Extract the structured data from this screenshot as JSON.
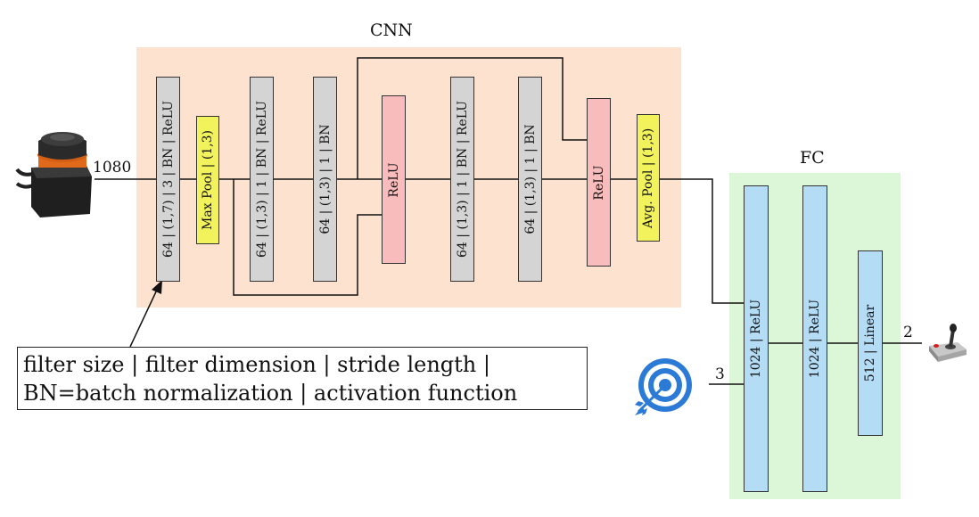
{
  "cnn": {
    "title": "CNN",
    "input_size": "1080",
    "layers": [
      {
        "label": "64 | (1,7) | 3 | BN | ReLU",
        "kind": "conv"
      },
      {
        "label": "Max Pool | (1,3)",
        "kind": "pool"
      },
      {
        "label": "64 | (1,3) | 1 | BN | ReLU",
        "kind": "conv"
      },
      {
        "label": "64 | (1,3) | 1 | BN",
        "kind": "conv"
      },
      {
        "label": "ReLU",
        "kind": "activation"
      },
      {
        "label": "64 | (1,3) | 1 | BN | ReLU",
        "kind": "conv"
      },
      {
        "label": "64 | (1,3) | 1 | BN",
        "kind": "conv"
      },
      {
        "label": "ReLU",
        "kind": "activation"
      },
      {
        "label": "Avg. Pool | (1,3)",
        "kind": "pool"
      }
    ]
  },
  "fc": {
    "title": "FC",
    "goal_input_size": "3",
    "output_size": "2",
    "layers": [
      {
        "label": "1024 | ReLU"
      },
      {
        "label": "1024 | ReLU"
      },
      {
        "label": "512 | Linear"
      }
    ]
  },
  "legend": {
    "line1": "filter size | filter dimension | stride length |",
    "line2": "BN=batch normalization | activation function"
  },
  "icons": {
    "input_device": "lidar-sensor-icon",
    "goal": "target-icon",
    "output_device": "joystick-icon"
  },
  "colors": {
    "cnn_background": "#fde3cf",
    "fc_background": "#dcf7d8",
    "conv_block": "#d4d4d4",
    "pool_block": "#f2f25c",
    "activation_block": "#f8bcbc",
    "fc_block": "#b5dcf5",
    "target": "#2b7ad6"
  }
}
